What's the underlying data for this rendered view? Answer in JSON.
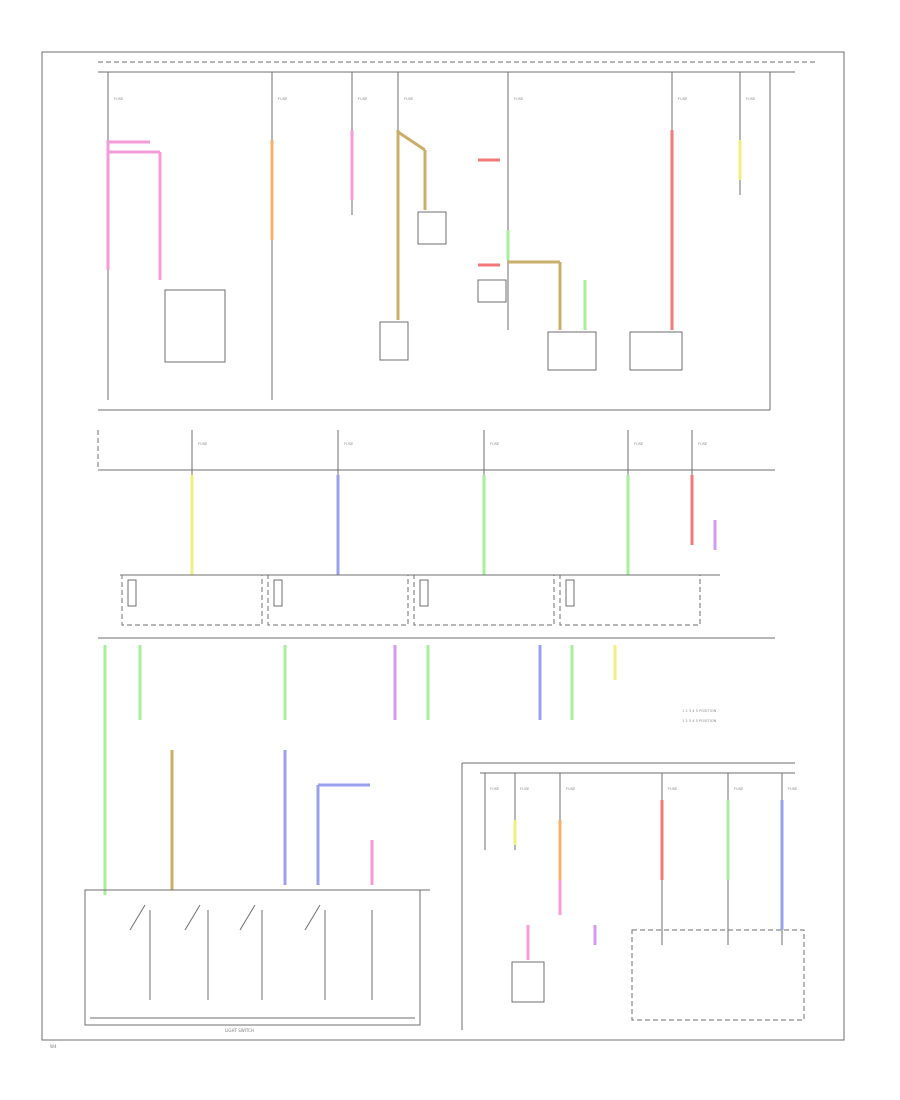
{
  "labels": {
    "fuse_top": [
      "FUSE",
      "FUSE",
      "FUSE",
      "FUSE",
      "FUSE",
      "FUSE",
      "FUSE"
    ],
    "fuse_mid": [
      "FUSE",
      "FUSE",
      "FUSE",
      "FUSE",
      "FUSE"
    ],
    "fuse_bottom": [
      "FUSE",
      "FUSE",
      "FUSE",
      "FUSE",
      "FUSE",
      "FUSE"
    ],
    "legend_line_1": "1 2 3 4 5 POSITION",
    "legend_line_2": "1 2 3 4 5 POSITION",
    "bottom_switch": "LIGHT SWITCH",
    "footer_code": "W4"
  },
  "wire_colors": {
    "pink": "#f59bd8",
    "orange": "#f5b070",
    "tan": "#c9b069",
    "yellow": "#f0ef80",
    "blue": "#9aa2f0",
    "green": "#a9ee9c",
    "red": "#f2787a",
    "violet": "#d49af0",
    "lineart": "#6f6f6f"
  }
}
